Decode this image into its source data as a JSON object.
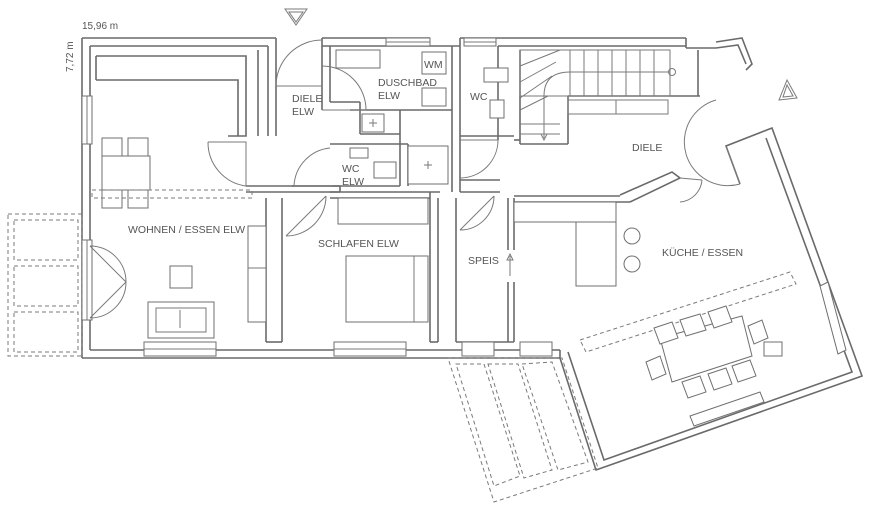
{
  "dimensions": {
    "width": "15,96 m",
    "depth": "7,72 m"
  },
  "rooms": {
    "diele_elw_1": "DIELE",
    "diele_elw_2": "ELW",
    "duschbad_1": "DUSCHBAD",
    "duschbad_2": "ELW",
    "wm": "WM",
    "wc": "WC",
    "wc_elw_1": "WC",
    "wc_elw_2": "ELW",
    "diele": "DIELE",
    "wohnen": "WOHNEN / ESSEN ELW",
    "schlafen": "SCHLAFEN ELW",
    "speis": "SPEIS",
    "kueche": "KÜCHE / ESSEN"
  },
  "icons": {
    "entrance_marker_1": "entrance-triangle-icon",
    "entrance_marker_2": "entrance-triangle-icon"
  }
}
